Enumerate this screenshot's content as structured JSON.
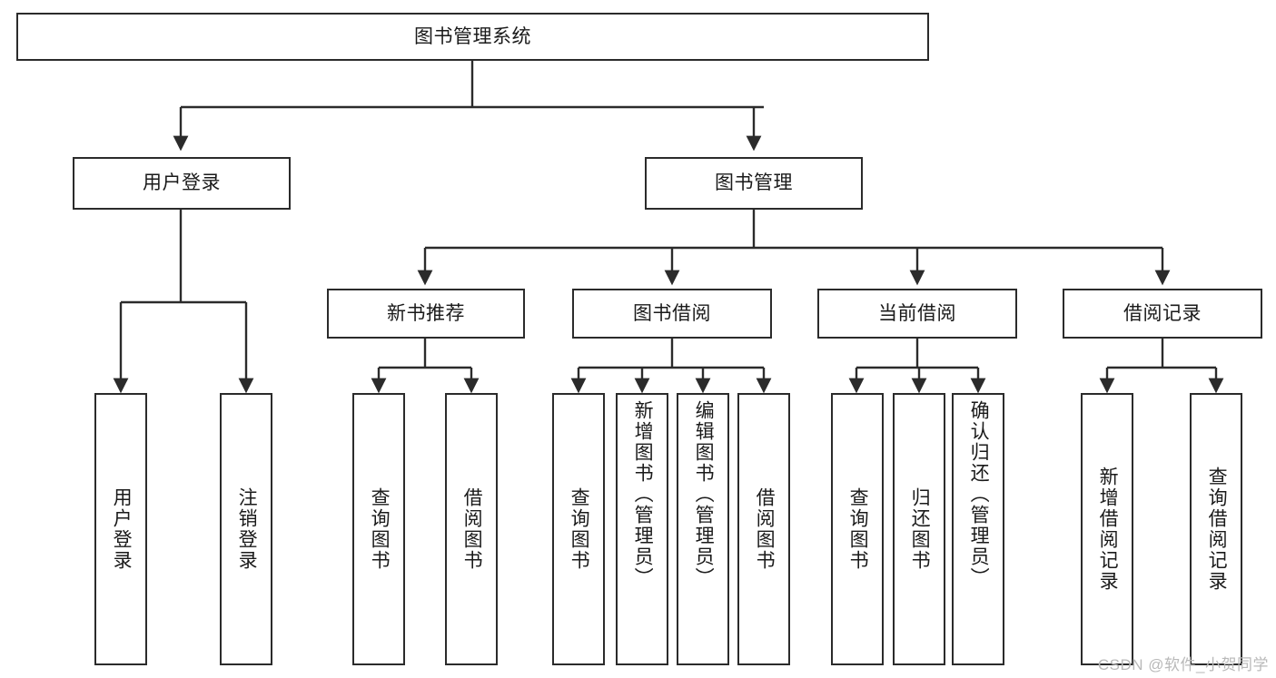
{
  "diagram": {
    "type": "tree-hierarchy-chart",
    "title_text": "图书管理系统",
    "colors": {
      "background": "#ffffff",
      "box_border": "#2b2b2b",
      "box_fill": "#ffffff",
      "text": "#1a1a1a",
      "connector": "#2b2b2b",
      "watermark": "#b9b9b9"
    },
    "levels": {
      "root": {
        "label": "图书管理系统"
      },
      "level2": [
        {
          "id": "user-login",
          "label": "用户登录"
        },
        {
          "id": "book-management",
          "label": "图书管理"
        }
      ],
      "level3": [
        {
          "id": "new-book-recommend",
          "label": "新书推荐"
        },
        {
          "id": "book-borrow",
          "label": "图书借阅"
        },
        {
          "id": "current-borrow",
          "label": "当前借阅"
        },
        {
          "id": "borrow-record",
          "label": "借阅记录"
        }
      ],
      "leaves": {
        "user_login": [
          {
            "id": "leaf-user-login",
            "label": "用户登录",
            "align": "center"
          },
          {
            "id": "leaf-user-logout",
            "label": "注销登录",
            "align": "center"
          }
        ],
        "new_book_recommend": [
          {
            "id": "leaf-query-book-1",
            "label": "查询图书",
            "align": "center"
          },
          {
            "id": "leaf-borrow-book-1",
            "label": "借阅图书",
            "align": "center"
          }
        ],
        "book_borrow": [
          {
            "id": "leaf-query-book-2",
            "label": "查询图书",
            "align": "center"
          },
          {
            "id": "leaf-add-book",
            "label": "新增图书（管理员）",
            "align": "top"
          },
          {
            "id": "leaf-edit-book",
            "label": "编辑图书（管理员）",
            "align": "top"
          },
          {
            "id": "leaf-borrow-book-2",
            "label": "借阅图书",
            "align": "center"
          }
        ],
        "current_borrow": [
          {
            "id": "leaf-query-book-3",
            "label": "查询图书",
            "align": "center"
          },
          {
            "id": "leaf-return-book",
            "label": "归还图书",
            "align": "center"
          },
          {
            "id": "leaf-confirm-return",
            "label": "确认归还（管理员）",
            "align": "top"
          }
        ],
        "borrow_record": [
          {
            "id": "leaf-add-record",
            "label": "新增借阅记录",
            "align": "center"
          },
          {
            "id": "leaf-query-record",
            "label": "查询借阅记录",
            "align": "center"
          }
        ]
      }
    },
    "watermark": "CSDN @软件_小贺同学"
  }
}
